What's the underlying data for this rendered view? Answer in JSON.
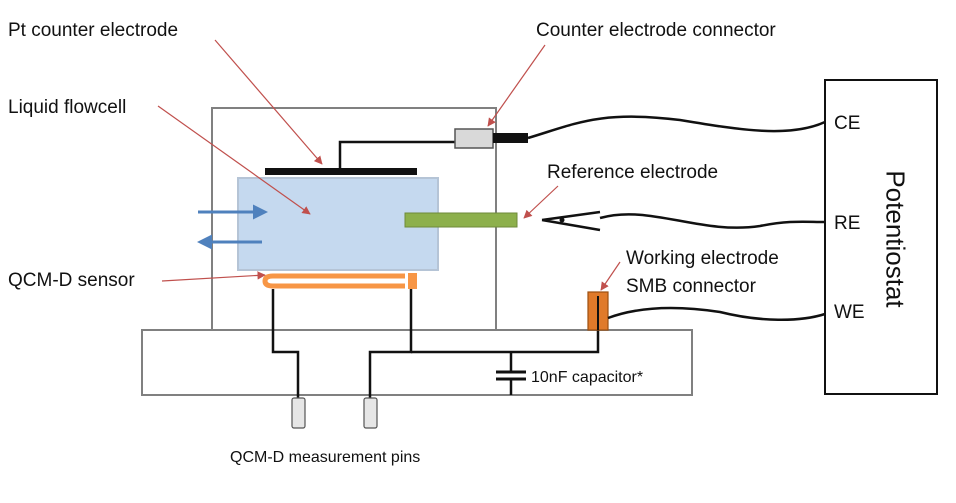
{
  "labels": {
    "pt_counter_electrode": "Pt counter electrode",
    "counter_electrode_connector": "Counter electrode connector",
    "liquid_flowcell": "Liquid flowcell",
    "reference_electrode": "Reference electrode",
    "working_electrode_line1": "Working electrode",
    "working_electrode_line2": "SMB connector",
    "qcmd_sensor": "QCM-D sensor",
    "capacitor": "10nF capacitor*",
    "measurement_pins": "QCM-D measurement  pins"
  },
  "potentiostat": {
    "title": "Potentiostat",
    "ce": "CE",
    "re": "RE",
    "we": "WE"
  },
  "colors": {
    "flowcell_fill": "#c5d9ef",
    "flowcell_stroke": "#b5c4d6",
    "reference_electrode": "#8db04c",
    "sensor": "#f79646",
    "smb_connector": "#e07a2a",
    "flow_arrows": "#4f81bd",
    "annotation_arrows": "#c0504d",
    "box_stroke": "#808080"
  }
}
